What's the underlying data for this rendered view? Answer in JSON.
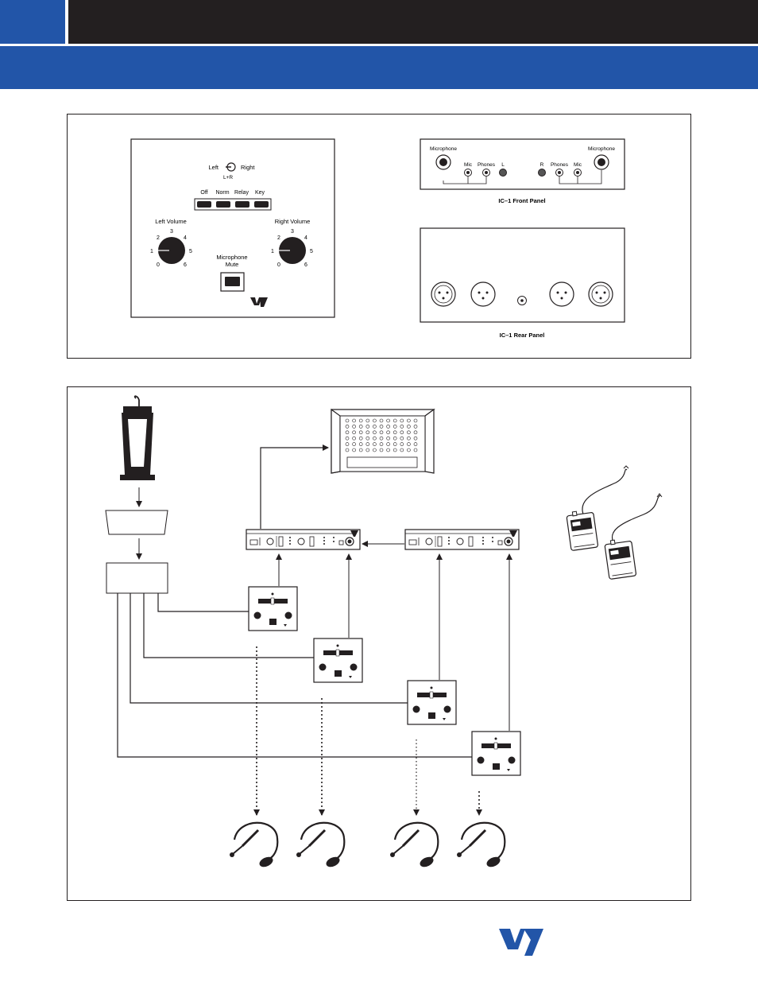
{
  "header": {
    "accent_color": "#2255a8",
    "bar_color": "#231f20"
  },
  "panel_controls": {
    "selector_left": "Left",
    "selector_right": "Right",
    "selector_center": "L+R",
    "mode_labels": [
      "Off",
      "Norm",
      "Relay",
      "Key"
    ],
    "left_volume_label": "Left  Volume",
    "right_volume_label": "Right Volume",
    "dial_scale": [
      "0",
      "1",
      "2",
      "3",
      "4",
      "5",
      "6"
    ],
    "mute_label_line1": "Microphone",
    "mute_label_line2": "Mute"
  },
  "ic1_front": {
    "left_jack_label": "Microphone",
    "right_jack_label": "Microphone",
    "left_mic": "Mic",
    "left_phones": "Phones",
    "left_l": "L",
    "right_r": "R",
    "right_phones": "Phones",
    "right_mic": "Mic",
    "caption": "IC–1 Front Panel"
  },
  "ic1_rear": {
    "caption": "IC–1 Rear Panel"
  },
  "system_diagram": {
    "icons": [
      "podium-icon",
      "speaker-icon",
      "amplifier-icon",
      "control-panel-icon",
      "headset-icon",
      "beltpack-receiver-icon"
    ]
  }
}
